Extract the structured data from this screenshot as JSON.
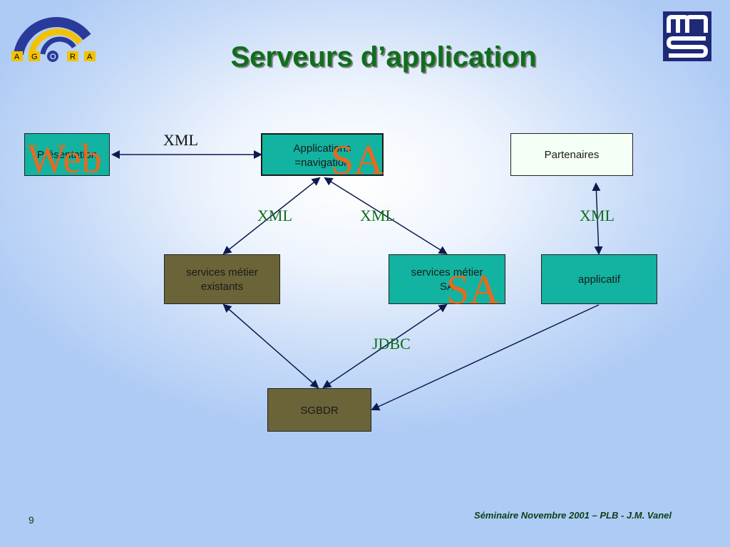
{
  "title": "Serveurs d’application",
  "boxes": {
    "presentation": "Présentation",
    "applications_line1": "Applications",
    "applications_line2": "=navigation",
    "partenaires": "Partenaires",
    "services_existants_line1": "services métier",
    "services_existants_line2": "existants",
    "services_sa_line1": "services métier",
    "services_sa_line2": "SA",
    "applicatif": "applicatif",
    "sgbdr": "SGBDR"
  },
  "overlays": {
    "web": "Web",
    "sa_top": "SA",
    "sa_mid": "SA"
  },
  "labels": {
    "xml_top": "XML",
    "xml_left": "XML",
    "xml_center": "XML",
    "xml_right": "XML",
    "jdbc": "JDBC"
  },
  "logo_agora_letters": [
    "A",
    "G",
    "O",
    "R",
    "A"
  ],
  "footer": "Séminaire Novembre 2001 – PLB - J.M. Vanel",
  "page_number": "9",
  "colors": {
    "teal": "#12b3a0",
    "olive": "#6a6438",
    "title_green": "#0f6e1c",
    "overlay_orange": "#e66a1f",
    "arrow_navy": "#0d1a4f",
    "msa_blue": "#1e2a78"
  }
}
